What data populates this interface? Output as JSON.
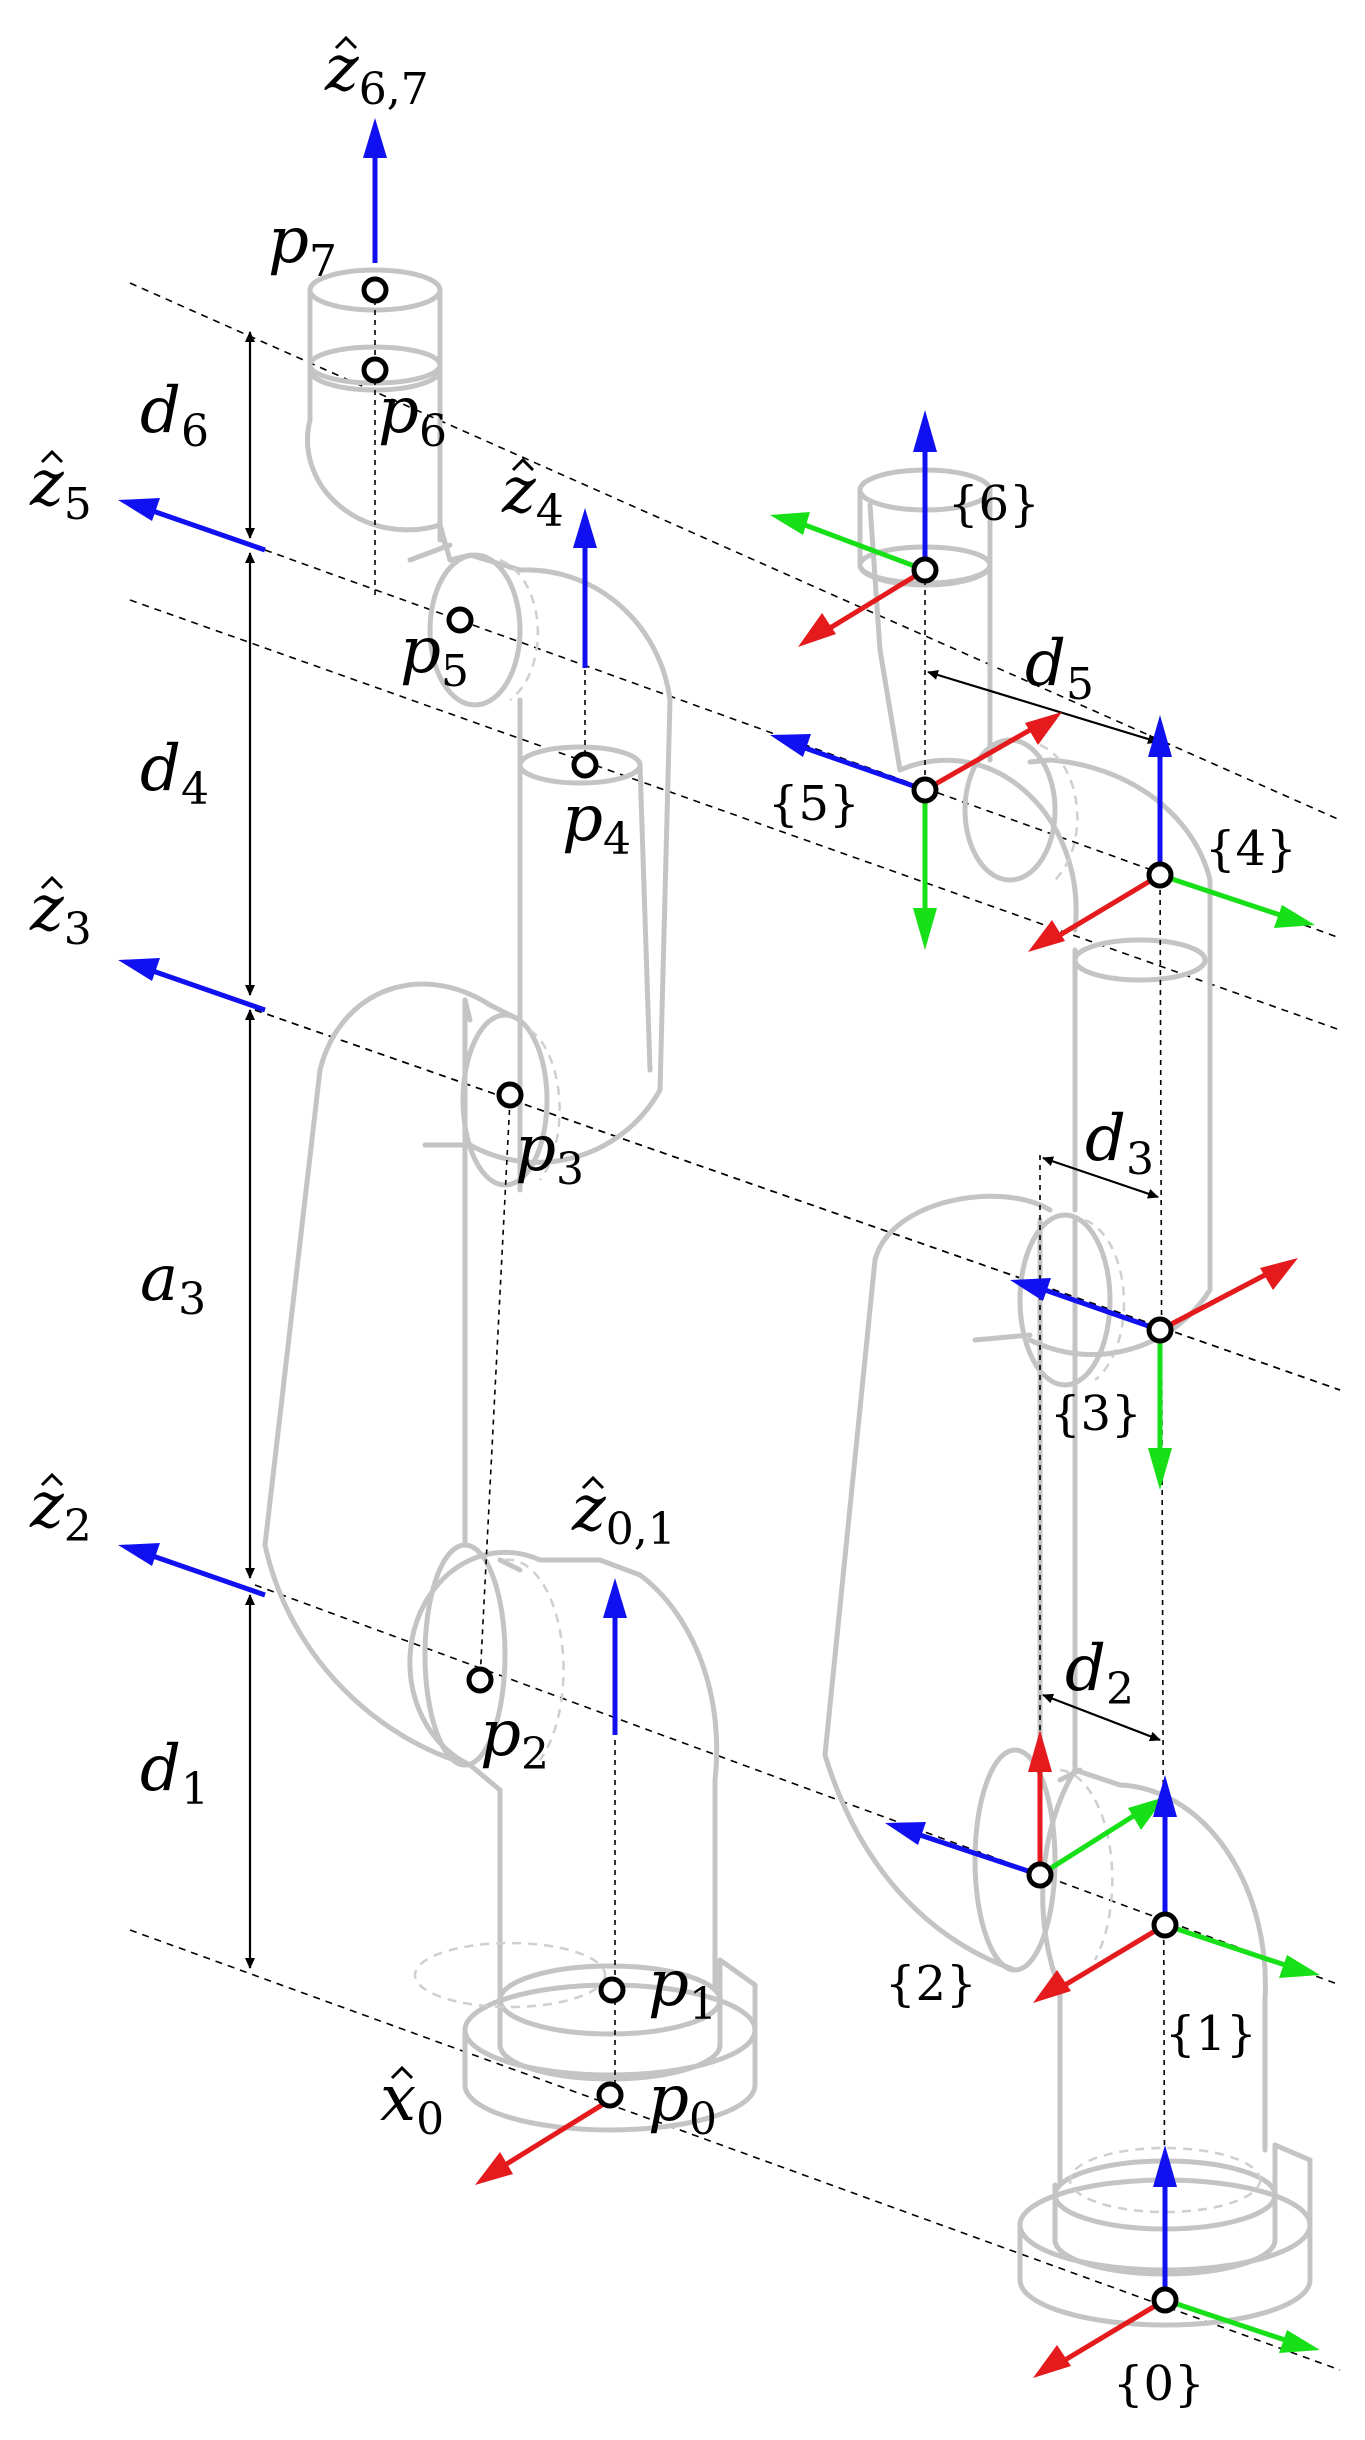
{
  "colors": {
    "x_axis": "#e41a1c",
    "y_axis": "#18e018",
    "z_axis": "#1010f0",
    "link_outline": "#c4c4c4"
  },
  "dimension_labels": {
    "d6": {
      "sym": "d",
      "sub": "6"
    },
    "d4": {
      "sym": "d",
      "sub": "4"
    },
    "a3": {
      "sym": "a",
      "sub": "3"
    },
    "d1": {
      "sym": "d",
      "sub": "1"
    },
    "d5": {
      "sym": "d",
      "sub": "5"
    },
    "d3": {
      "sym": "d",
      "sub": "3"
    },
    "d2": {
      "sym": "d",
      "sub": "2"
    }
  },
  "axis_labels": {
    "z67": {
      "sym": "z",
      "sub": "6,7"
    },
    "z5": {
      "sym": "z",
      "sub": "5"
    },
    "z4": {
      "sym": "z",
      "sub": "4"
    },
    "z3": {
      "sym": "z",
      "sub": "3"
    },
    "z2": {
      "sym": "z",
      "sub": "2"
    },
    "z01": {
      "sym": "z",
      "sub": "0,1"
    },
    "x0": {
      "sym": "x",
      "sub": "0"
    }
  },
  "point_labels": {
    "p0": {
      "sym": "p",
      "sub": "0"
    },
    "p1": {
      "sym": "p",
      "sub": "1"
    },
    "p2": {
      "sym": "p",
      "sub": "2"
    },
    "p3": {
      "sym": "p",
      "sub": "3"
    },
    "p4": {
      "sym": "p",
      "sub": "4"
    },
    "p5": {
      "sym": "p",
      "sub": "5"
    },
    "p6": {
      "sym": "p",
      "sub": "6"
    },
    "p7": {
      "sym": "p",
      "sub": "7"
    }
  },
  "frame_labels": {
    "f0": "{0}",
    "f1": "{1}",
    "f2": "{2}",
    "f3": "{3}",
    "f4": "{4}",
    "f5": "{5}",
    "f6": "{6}"
  }
}
